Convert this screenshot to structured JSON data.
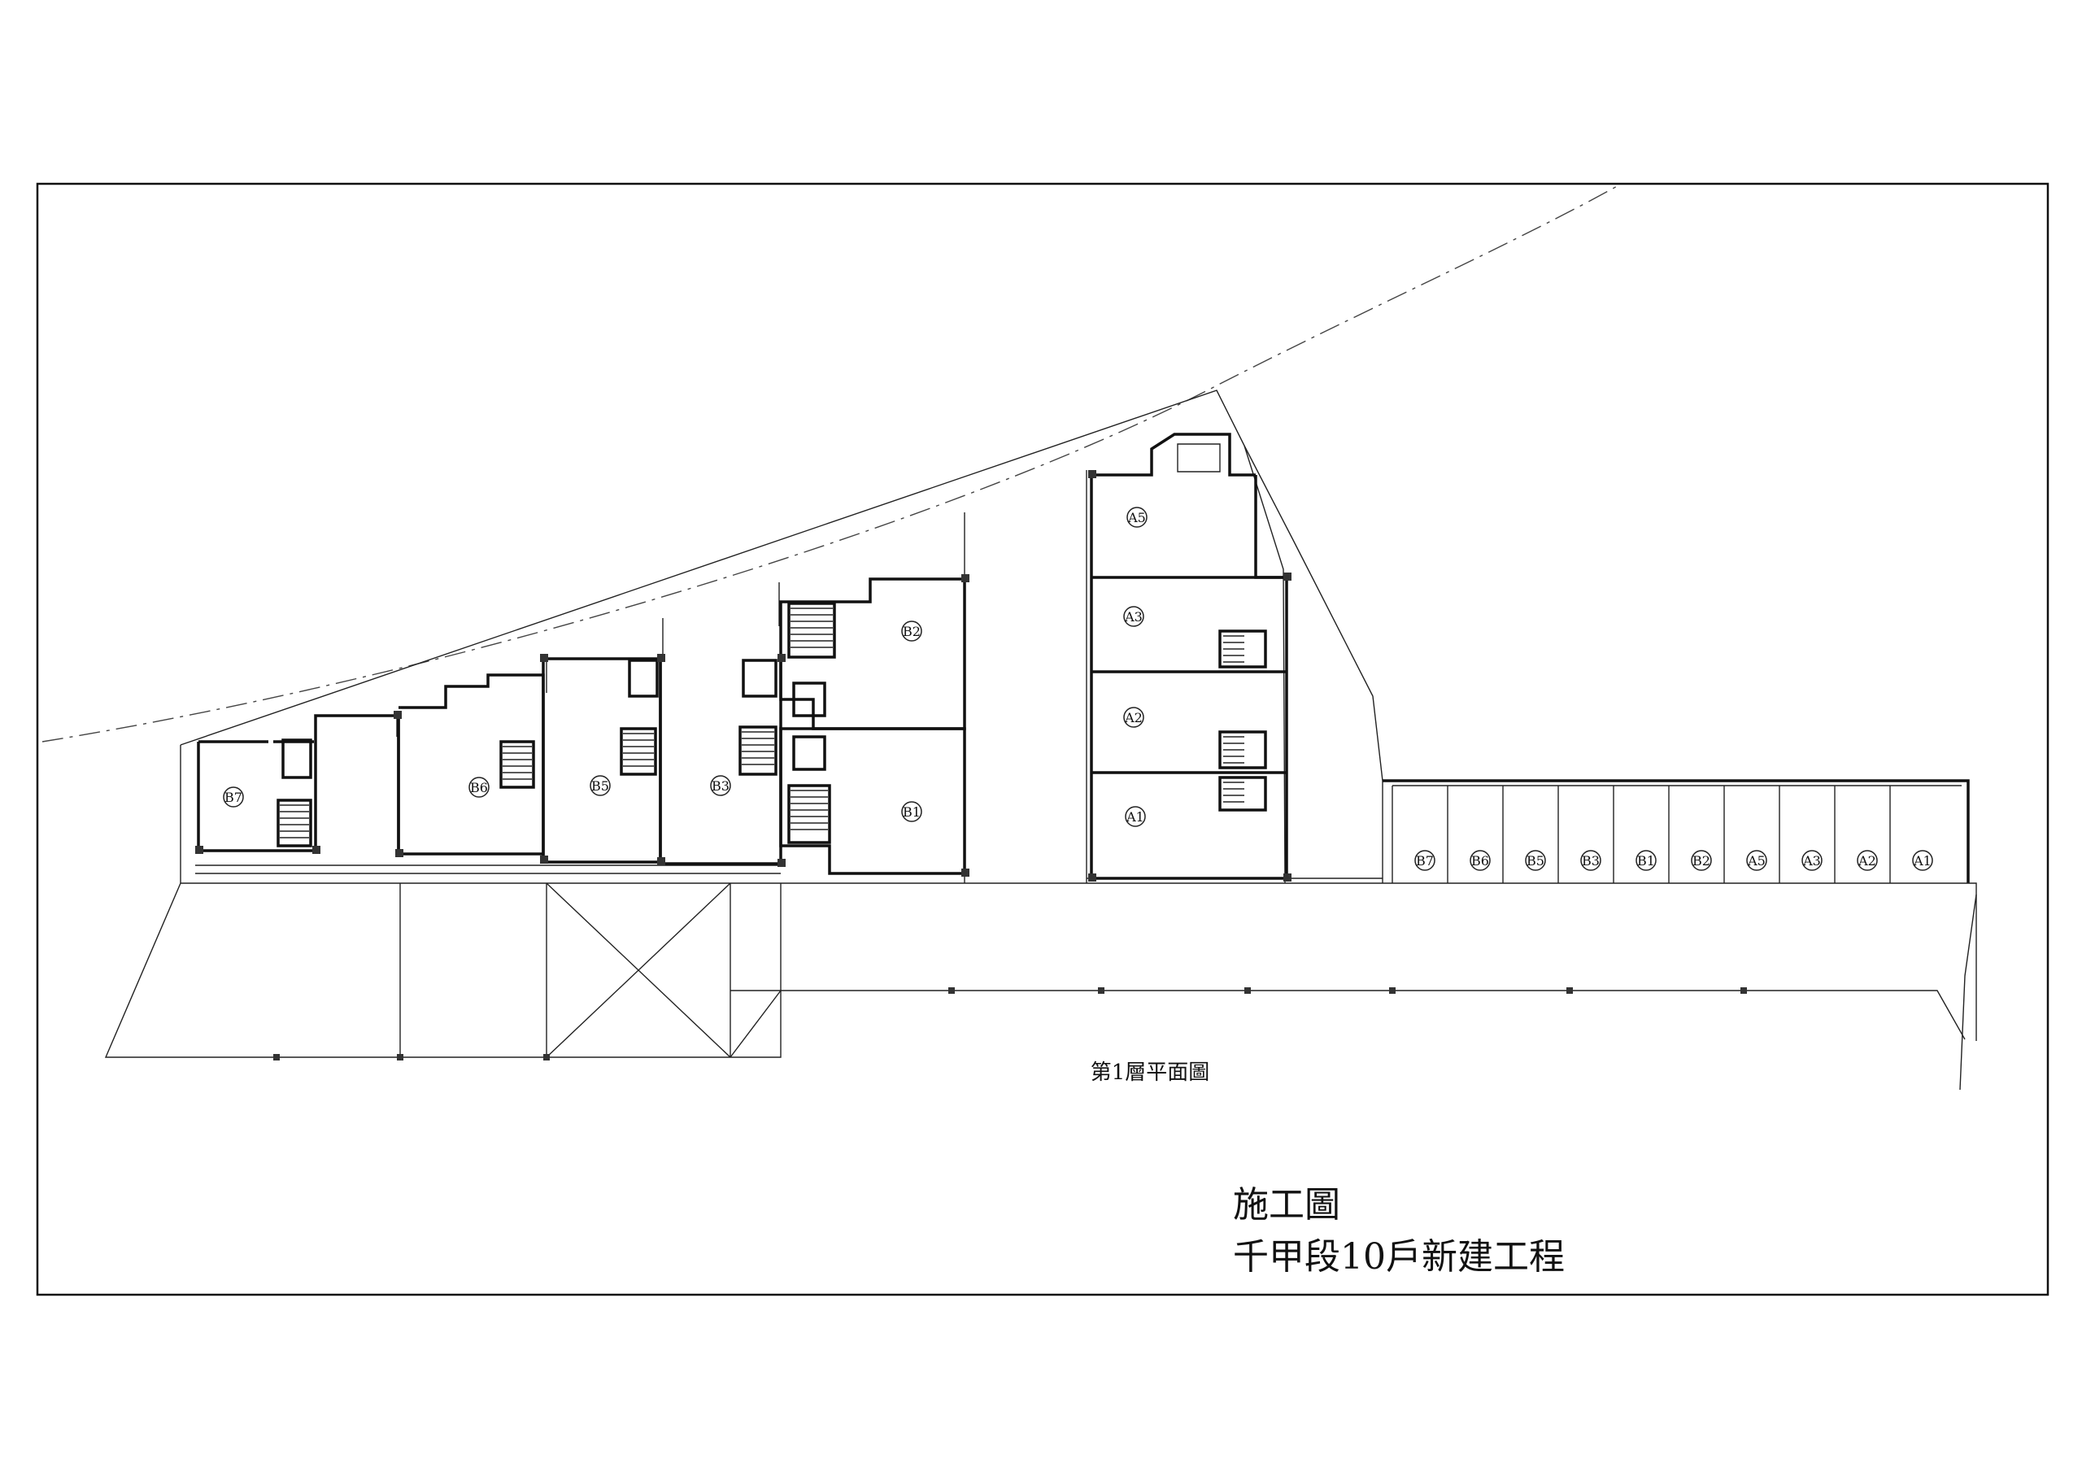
{
  "floor_label": "第1層平面圖",
  "title_block": {
    "line1": "施工圖",
    "line2": "千甲段10戶新建工程"
  },
  "units": [
    "B7",
    "B6",
    "B5",
    "B3",
    "B2",
    "B1",
    "A5",
    "A3",
    "A2",
    "A1"
  ],
  "parking_labels": [
    "B7",
    "B6",
    "B5",
    "B3",
    "B1",
    "B2",
    "A5",
    "A3",
    "A2",
    "A1"
  ]
}
